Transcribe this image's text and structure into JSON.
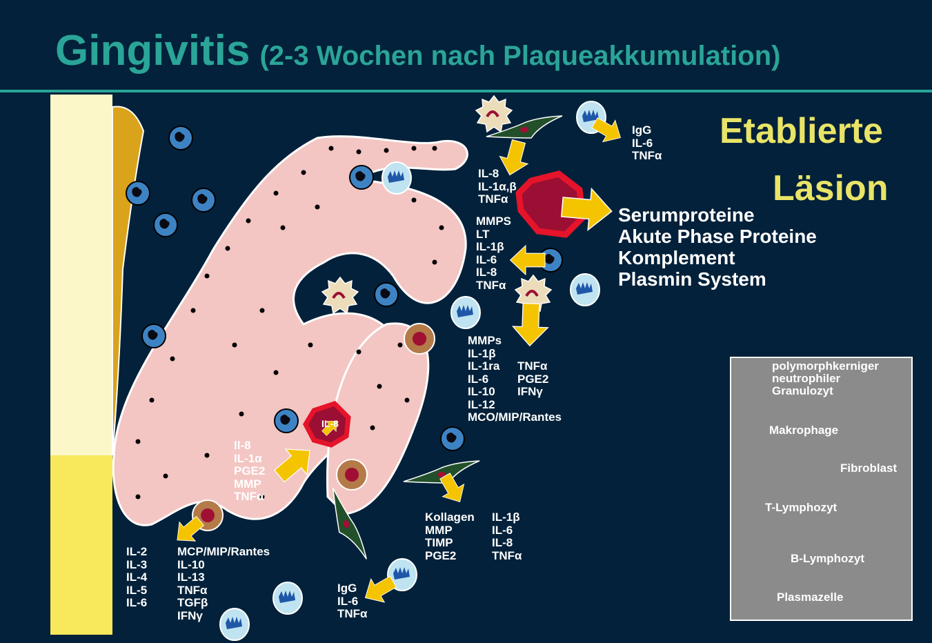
{
  "title": {
    "main": "Gingivitis",
    "sub": "(2-3 Wochen nach Plaqueakkumulation)"
  },
  "stage": {
    "line1": "Etablierte",
    "line2": "Läsion"
  },
  "vessel_label": "IL-8",
  "vessel_products": [
    "Serumproteine",
    "Akute Phase Proteine",
    "Komplement",
    "Plasmin System"
  ],
  "labels": {
    "plasma_top": "IgG\nIL-6\nTNFα",
    "fibro_top": "IL-8\nIL-1α,β\nTNFα",
    "neutro": "MMPS\nLT\nIL-1β\nIL-6\nIL-8\nTNFα",
    "macro_col1": "MMPs\nIL-1β\nIL-1ra\nIL-6\nIL-10\nIL-12\nMCO/MIP/Rantes",
    "macro_col2": "TNFα\nPGE2\nIFNγ",
    "epi": "Il-8\nIL-1α\nPGE2\nMMP\nTNFα",
    "tcell_col1": "IL-2\nIL-3\nIL-4\nIL-5\nIL-6",
    "tcell_col2": "MCP/MIP/Rantes\nIL-10\nIL-13\nTNFα\nTGFβ\nIFNγ",
    "plasma_bottom": "IgG\nIL-6\nTNFα",
    "fibro_col1": "Kollagen\nMMP\nTIMP\nPGE2",
    "fibro_col2": "IL-1β\nIL-6\nIL-8\nTNFα"
  },
  "legend": [
    {
      "label": "polymorphkerniger neutrophiler Granulozyt",
      "icon": "neutrophil-icon"
    },
    {
      "label": "Makrophage",
      "icon": "macrophage-icon"
    },
    {
      "label": "Fibroblast",
      "icon": "fibroblast-icon"
    },
    {
      "label": "T-Lymphozyt",
      "icon": "t-lymphocyte-icon"
    },
    {
      "label": "B-Lymphozyt",
      "icon": "b-lymphocyte-icon"
    },
    {
      "label": "Plasmazelle",
      "icon": "plasma-cell-icon"
    }
  ],
  "colors": {
    "background": "#03213a",
    "title": "#2aa597",
    "stage": "#e9e467",
    "arrow": "#f5c400",
    "epithelium": "#f3c6c3",
    "vessel": "#9a0f33"
  }
}
